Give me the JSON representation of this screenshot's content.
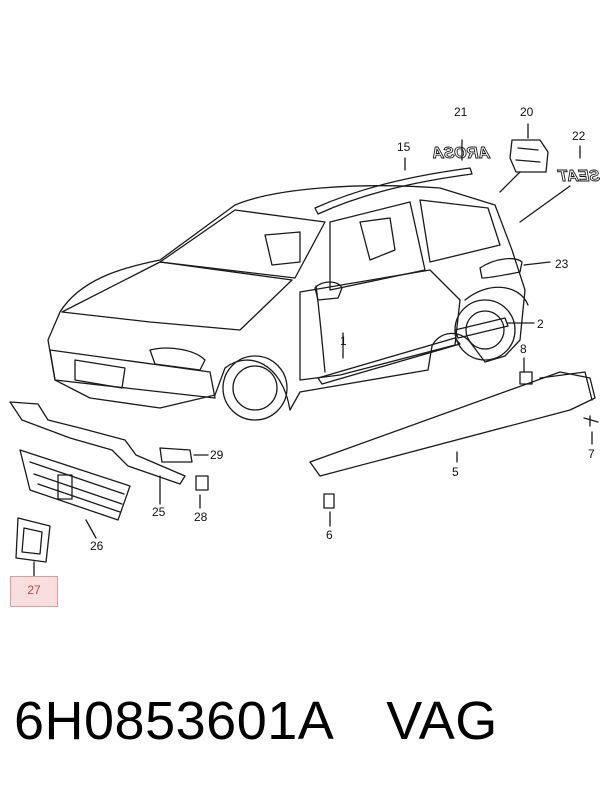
{
  "callouts": [
    "1",
    "2",
    "5",
    "6",
    "7",
    "8",
    "15",
    "20",
    "21",
    "22",
    "23",
    "25",
    "26",
    "27",
    "28",
    "29"
  ],
  "labels": {
    "c1": "1",
    "c2": "2",
    "c5": "5",
    "c6": "6",
    "c7": "7",
    "c8": "8",
    "c15": "15",
    "c20": "20",
    "c21": "21",
    "c22": "22",
    "c23": "23",
    "c25": "25",
    "c26": "26",
    "c27": "27",
    "c28": "28",
    "c29": "29"
  },
  "badges": {
    "badge21": "AROSA",
    "badge22": "SEAT"
  },
  "part": {
    "number": "6H0853601A",
    "brand": "VAG"
  },
  "selected_callout": "27",
  "colors": {
    "line": "#1a1a1a",
    "highlight_fill": "#f8dede",
    "highlight_border": "#e29a9a"
  }
}
